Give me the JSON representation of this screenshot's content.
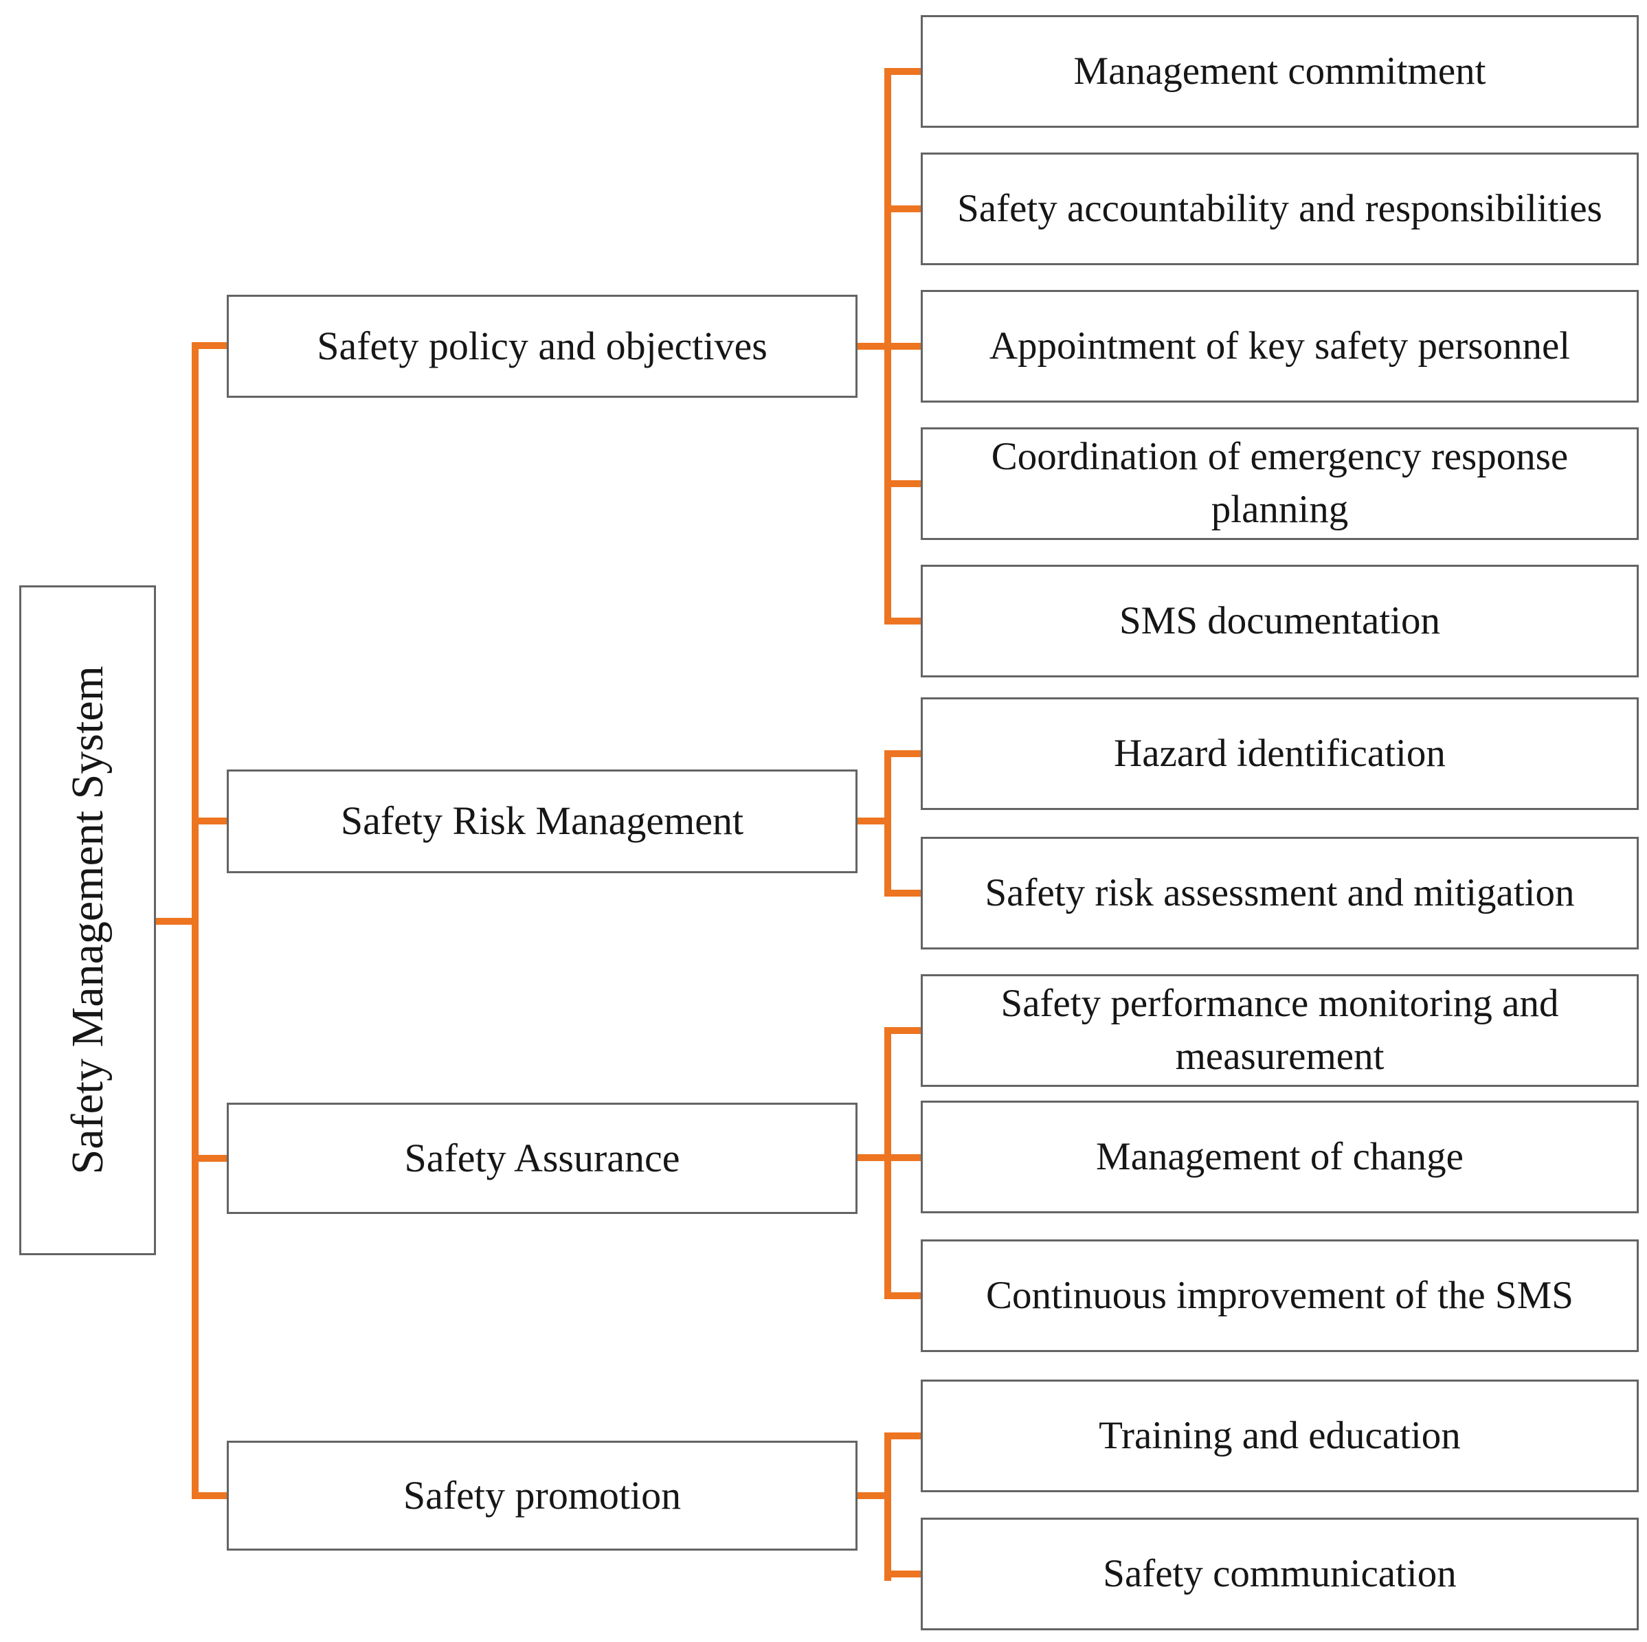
{
  "figure": {
    "type": "hierarchy-diagram",
    "orientation": "left-to-right"
  },
  "colors": {
    "connector": "#ED7420",
    "box_border": "#646464",
    "box_fill": "#FFFFFF",
    "text": "#161616",
    "background": "#FFFFFF"
  },
  "root": {
    "label": "Safety Management System"
  },
  "branches": [
    {
      "label": "Safety policy and objectives",
      "children": [
        "Management commitment",
        "Safety accountability and responsibilities",
        "Appointment of key safety personnel",
        "Coordination of emergency response planning",
        "SMS documentation"
      ]
    },
    {
      "label": "Safety Risk Management",
      "children": [
        "Hazard identification",
        "Safety risk assessment and mitigation"
      ]
    },
    {
      "label": "Safety Assurance",
      "children": [
        "Safety performance monitoring and measurement",
        "Management of change",
        "Continuous improvement of the SMS"
      ]
    },
    {
      "label": "Safety promotion",
      "children": [
        "Training and education",
        "Safety communication"
      ]
    }
  ]
}
